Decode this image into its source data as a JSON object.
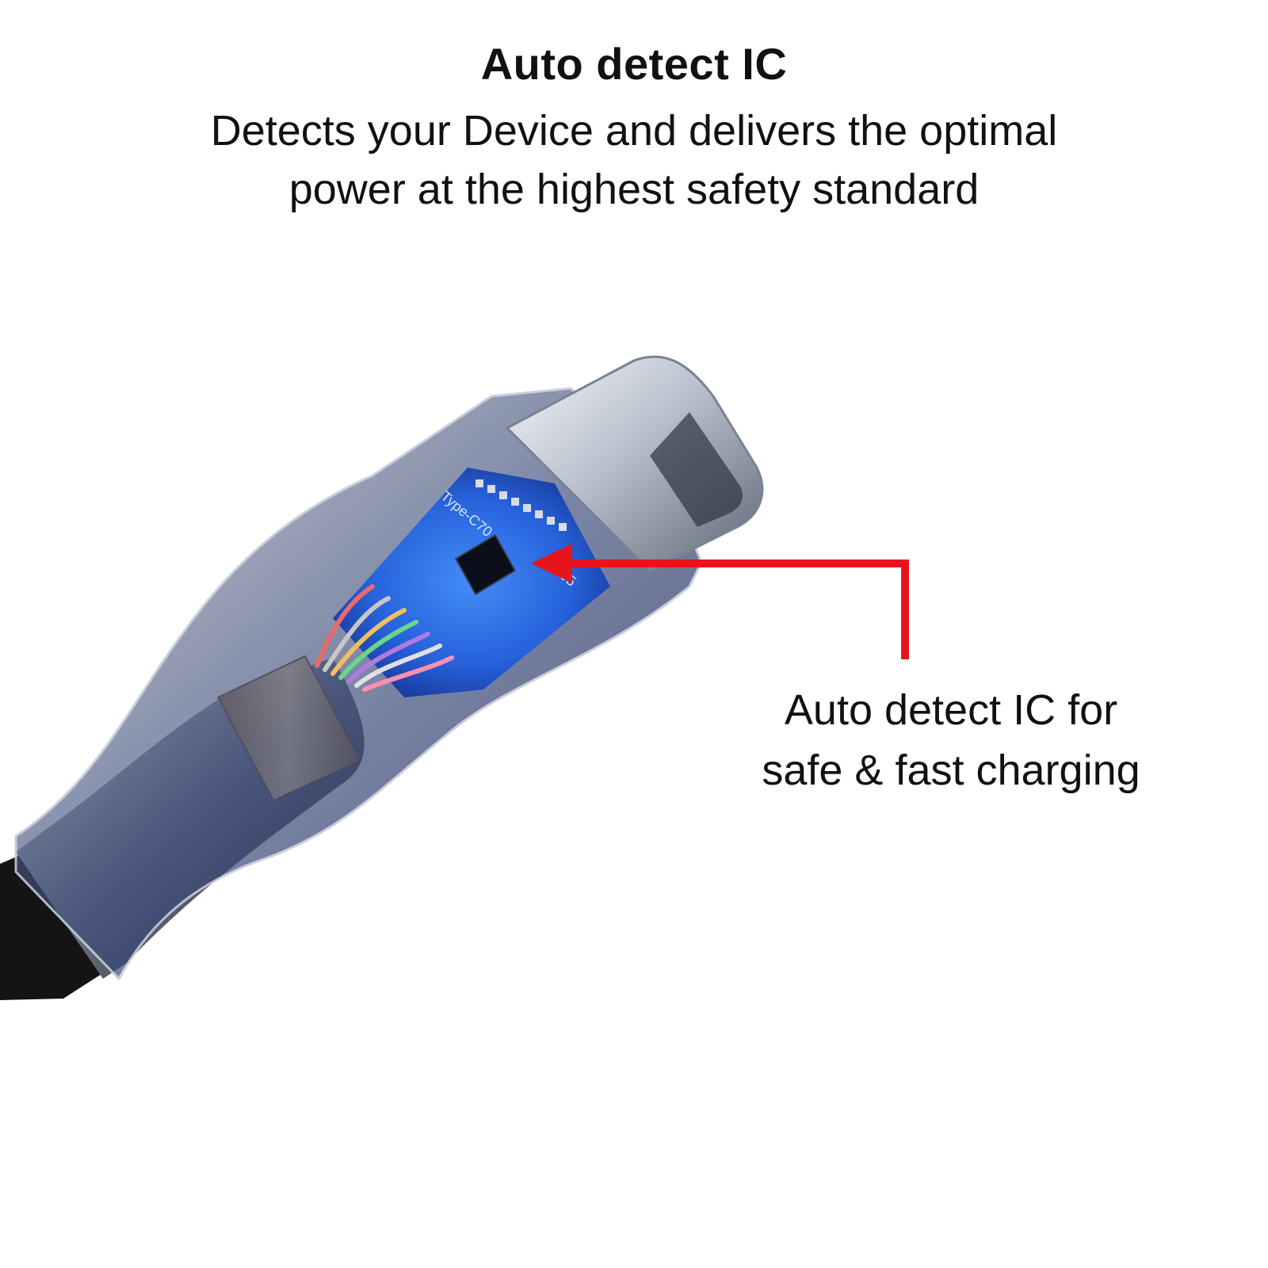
{
  "header": {
    "title": "Auto detect IC",
    "subtitle_line1": "Detects your Device and delivers the optimal",
    "subtitle_line2": "power at the highest safety standard"
  },
  "callout": {
    "line1": "Auto detect IC for",
    "line2": "safe & fast charging"
  },
  "board_markings": {
    "label_a": "Type-C70",
    "label_b": "1605"
  },
  "colors": {
    "background": "#ffffff",
    "text": "#111111",
    "arrow": "#e8141b",
    "pcb_glow": "#1f6bff",
    "ferrule": "#c9a46a"
  },
  "icons": {
    "product": "usb-c-cable-illustration",
    "pointer": "arrow-left-icon"
  }
}
